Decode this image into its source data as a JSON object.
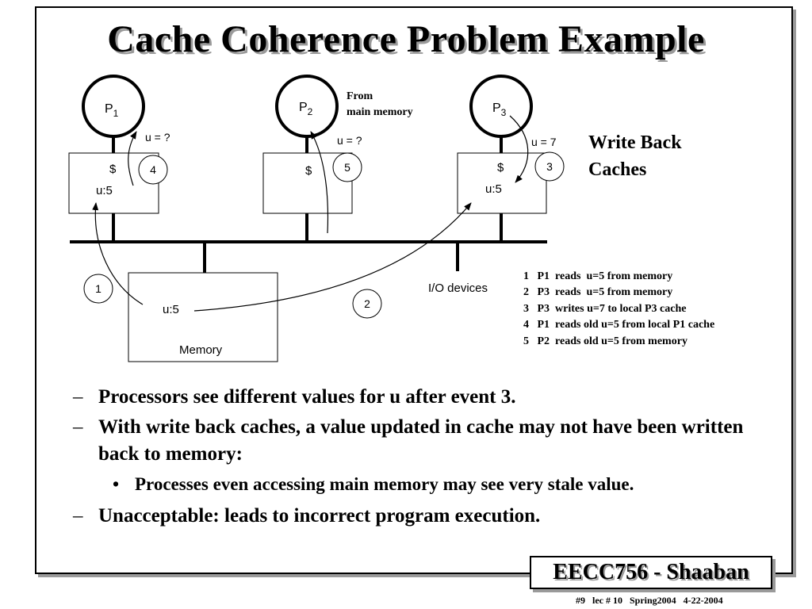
{
  "slide": {
    "title": "Cache Coherence Problem Example"
  },
  "diagram": {
    "processors": [
      {
        "label": "P",
        "sub": "1",
        "query": "u = ?",
        "cache_symbol": "$",
        "cache_value": "u:5",
        "event": "4"
      },
      {
        "label": "P",
        "sub": "2",
        "query": "u = ?",
        "cache_symbol": "$",
        "cache_value": "",
        "event": "5"
      },
      {
        "label": "P",
        "sub": "3",
        "query": "u = 7",
        "cache_symbol": "$",
        "cache_value": "u:5",
        "event": "3"
      }
    ],
    "from_main_memory": [
      "From",
      "main memory"
    ],
    "write_back": [
      "Write Back",
      "Caches"
    ],
    "memory": {
      "value": "u:5",
      "label": "Memory"
    },
    "io_devices": "I/O devices",
    "event_1": "1",
    "event_2": "2",
    "events": [
      "1   P1  reads  u=5 from memory",
      "2   P3  reads  u=5 from memory",
      "3   P3  writes u=7 to local P3 cache",
      "4   P1  reads old u=5 from local P1 cache",
      "5   P2  reads old u=5 from memory"
    ]
  },
  "bullets": {
    "b1": "Processors see different values for  u  after event 3.",
    "b2": "With write back caches, a value updated in cache may not have been written back to memory:",
    "b2_sub": "Processes even accessing main memory may see very stale value.",
    "b3": "Unacceptable:  leads to incorrect program execution."
  },
  "footer": {
    "course": "EECC756 - Shaaban",
    "note": "#9   lec # 10   Spring2004   4-22-2004"
  }
}
